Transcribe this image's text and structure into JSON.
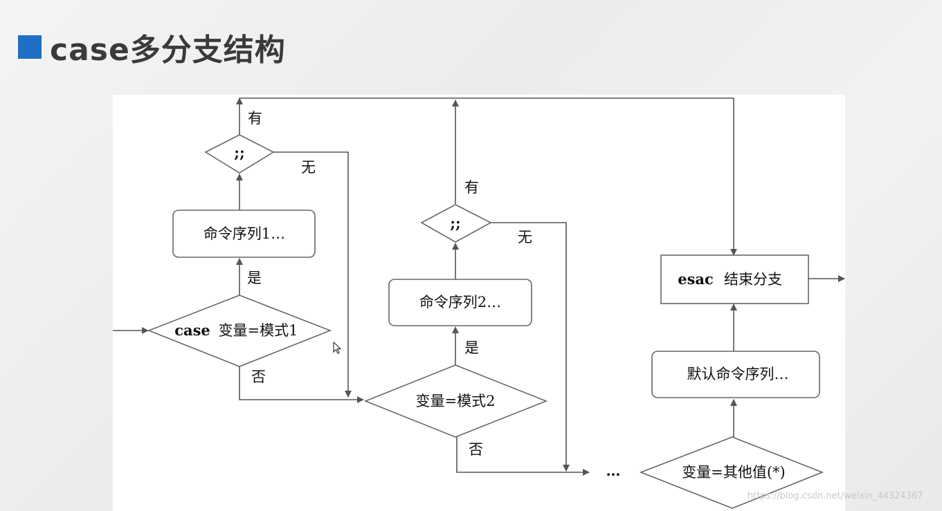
{
  "slide": {
    "title": "case多分支结构",
    "accent_color": "#1f6fc4"
  },
  "nodes": {
    "cmd_seq_1": "命令序列1…",
    "cmd_seq_2": "命令序列2…",
    "default_cmd_seq": "默认命令序列…",
    "case_keyword": "case",
    "cond_1": "变量=模式1",
    "cond_2": "变量=模式2",
    "cond_other": "变量=其他值(*)",
    "end_keyword": "esac",
    "end_text": "结束分支",
    "sep_1": ";;",
    "sep_2": ";;",
    "ellipsis": "…"
  },
  "labels": {
    "has_1": "有",
    "none_1": "无",
    "yes_1": "是",
    "no_1": "否",
    "has_2": "有",
    "none_2": "无",
    "yes_2": "是",
    "no_2": "否"
  },
  "watermark": "https://blog.csdn.net/weixin_44324367"
}
